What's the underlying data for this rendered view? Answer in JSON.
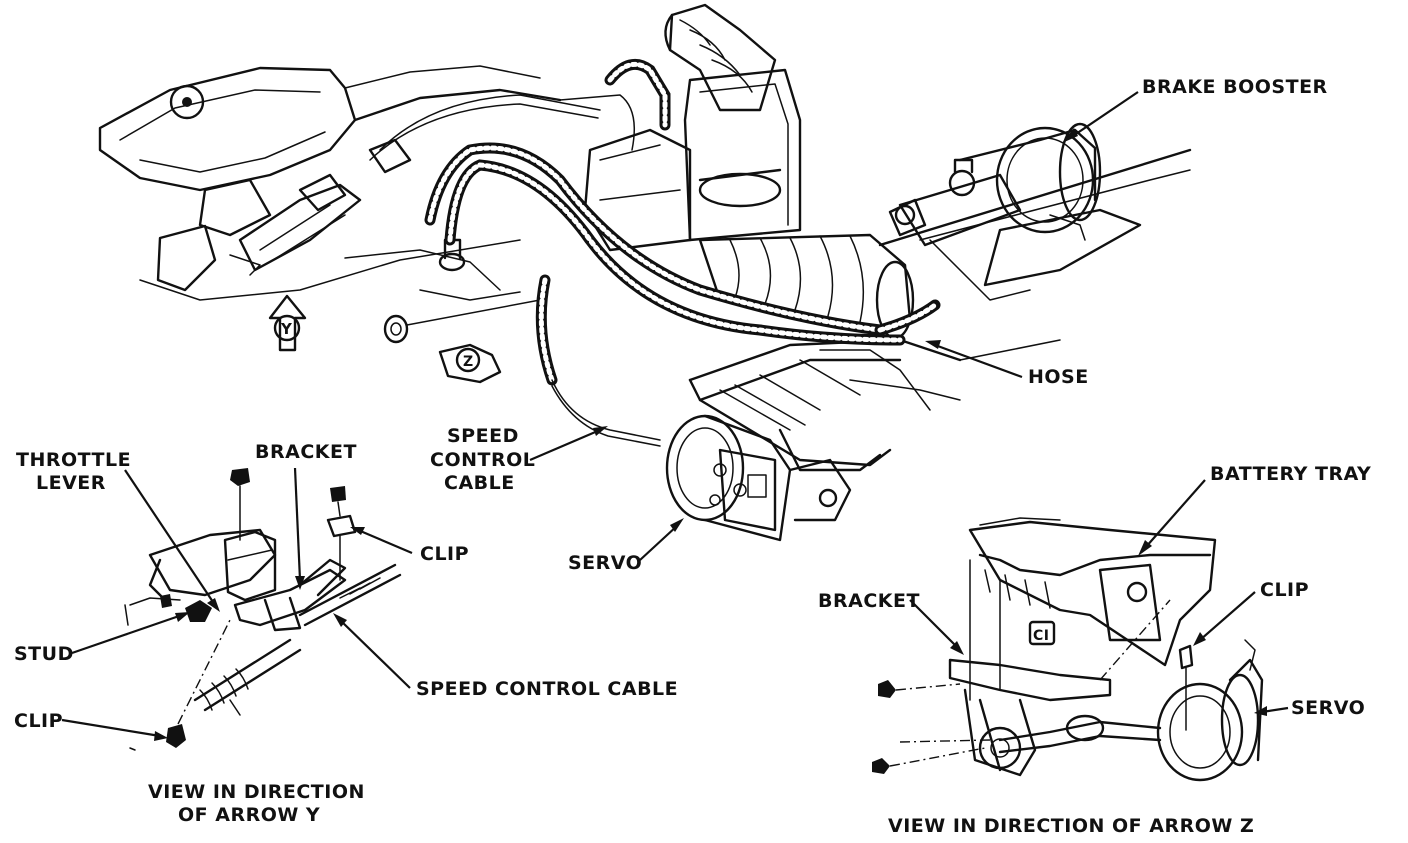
{
  "labels": {
    "brake_booster": "BRAKE BOOSTER",
    "hose": "HOSE",
    "speed_control_cable_main_line1": "SPEED",
    "speed_control_cable_main_line2": "CONTROL",
    "speed_control_cable_main_line3": "CABLE",
    "servo_main": "SERVO",
    "battery_tray": "BATTERY TRAY",
    "throttle_lever_line1": "THROTTLE",
    "throttle_lever_line2": "LEVER",
    "bracket_y": "BRACKET",
    "clip_y_upper": "CLIP",
    "stud": "STUD",
    "speed_control_cable_y": "SPEED CONTROL CABLE",
    "clip_y_lower": "CLIP",
    "bracket_z": "BRACKET",
    "clip_z": "CLIP",
    "servo_z": "SERVO",
    "view_y_line1": "VIEW IN DIRECTION",
    "view_y_line2": "OF ARROW Y",
    "view_z": "VIEW IN DIRECTION OF ARROW Z",
    "arrow_y": "Y",
    "arrow_z": "Z",
    "ci_mark": "CI"
  }
}
